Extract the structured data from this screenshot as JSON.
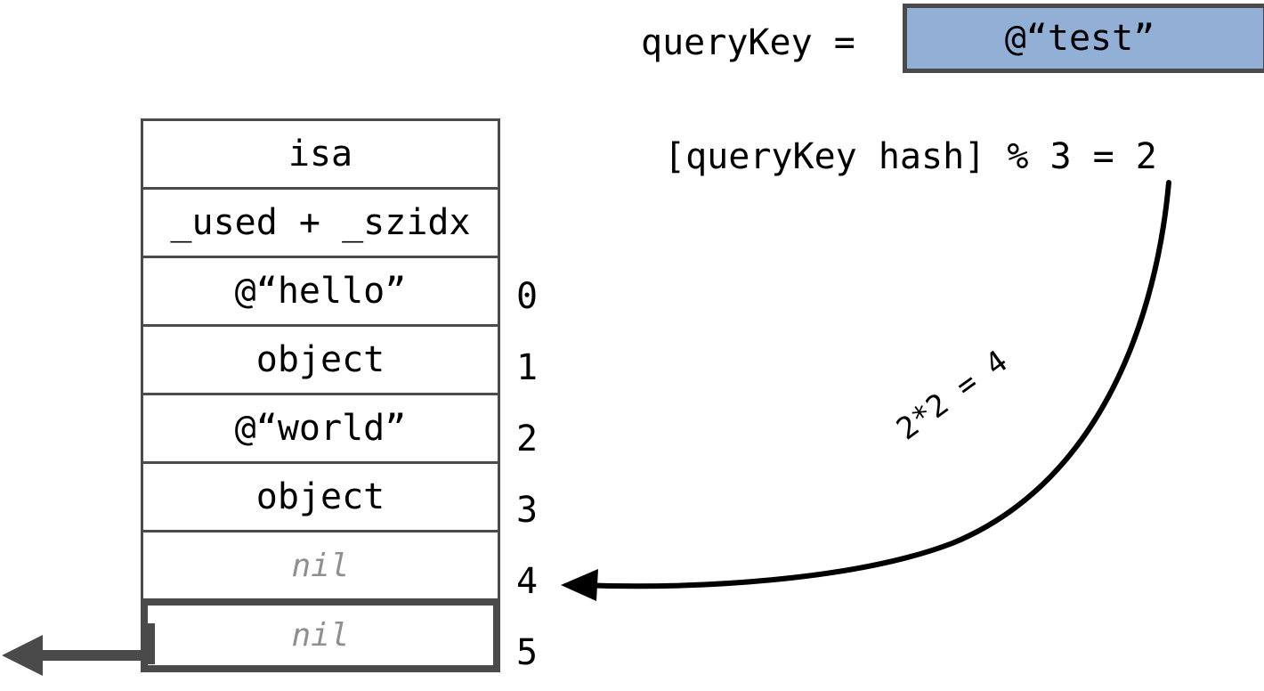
{
  "diagram": {
    "title_expression": {
      "variable_label": "queryKey = ",
      "value": "@“test”",
      "value_box_fill": "#92afd6",
      "value_box_border": "#4a4a4a"
    },
    "hash_expression": "[queryKey hash] % 3 = 2",
    "curve_label": "2*2 = 4",
    "table": {
      "border_color": "#4a4a4a",
      "highlight_border_color": "#4a4a4a",
      "nil_color": "#8f8f8f",
      "header_rows": [
        {
          "text": "isa",
          "index": "",
          "style": "normal"
        },
        {
          "text": "_used + _szidx",
          "index": "",
          "style": "normal"
        }
      ],
      "bucket_rows": [
        {
          "text": "@“hello”",
          "index": "0",
          "style": "normal",
          "highlight": false
        },
        {
          "text": "object",
          "index": "1",
          "style": "normal",
          "highlight": false
        },
        {
          "text": "@“world”",
          "index": "2",
          "style": "normal",
          "highlight": false
        },
        {
          "text": "object",
          "index": "3",
          "style": "normal",
          "highlight": false
        },
        {
          "text": "nil",
          "index": "4",
          "style": "nil",
          "highlight": false
        },
        {
          "text": "nil",
          "index": "5",
          "style": "nil",
          "highlight": true
        }
      ]
    },
    "arrows": {
      "overflow_arrow_direction": "left",
      "hash_arrow_target_index": "4",
      "arrow_color": "#4a4a4a",
      "curve_color": "#000000"
    }
  }
}
